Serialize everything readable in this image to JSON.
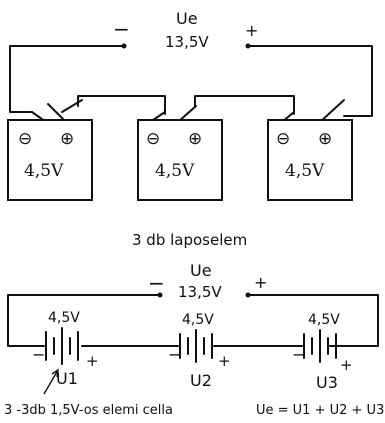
{
  "top": {
    "minus": "−",
    "plus": "+",
    "ue_label": "Ue",
    "ue_value": "13,5V",
    "batteries": [
      {
        "voltage": "4,5V",
        "neg": "⊖",
        "pos": "⊕"
      },
      {
        "voltage": "4,5V",
        "neg": "⊖",
        "pos": "⊕"
      },
      {
        "voltage": "4,5V",
        "neg": "⊖",
        "pos": "⊕"
      }
    ],
    "caption": "3 db laposelem"
  },
  "bottom": {
    "minus": "−",
    "plus": "+",
    "ue_label": "Ue",
    "ue_value": "13,5V",
    "cells": [
      {
        "voltage": "4,5V",
        "label": "U1",
        "neg": "−",
        "pos": "+"
      },
      {
        "voltage": "4,5V",
        "label": "U2",
        "neg": "−",
        "pos": "+"
      },
      {
        "voltage": "4,5V",
        "label": "U3",
        "neg": "−",
        "pos": "+"
      }
    ],
    "caption_left": "3 -3db 1,5V-os elemi cella",
    "formula": "Ue = U1 + U2 + U3"
  }
}
